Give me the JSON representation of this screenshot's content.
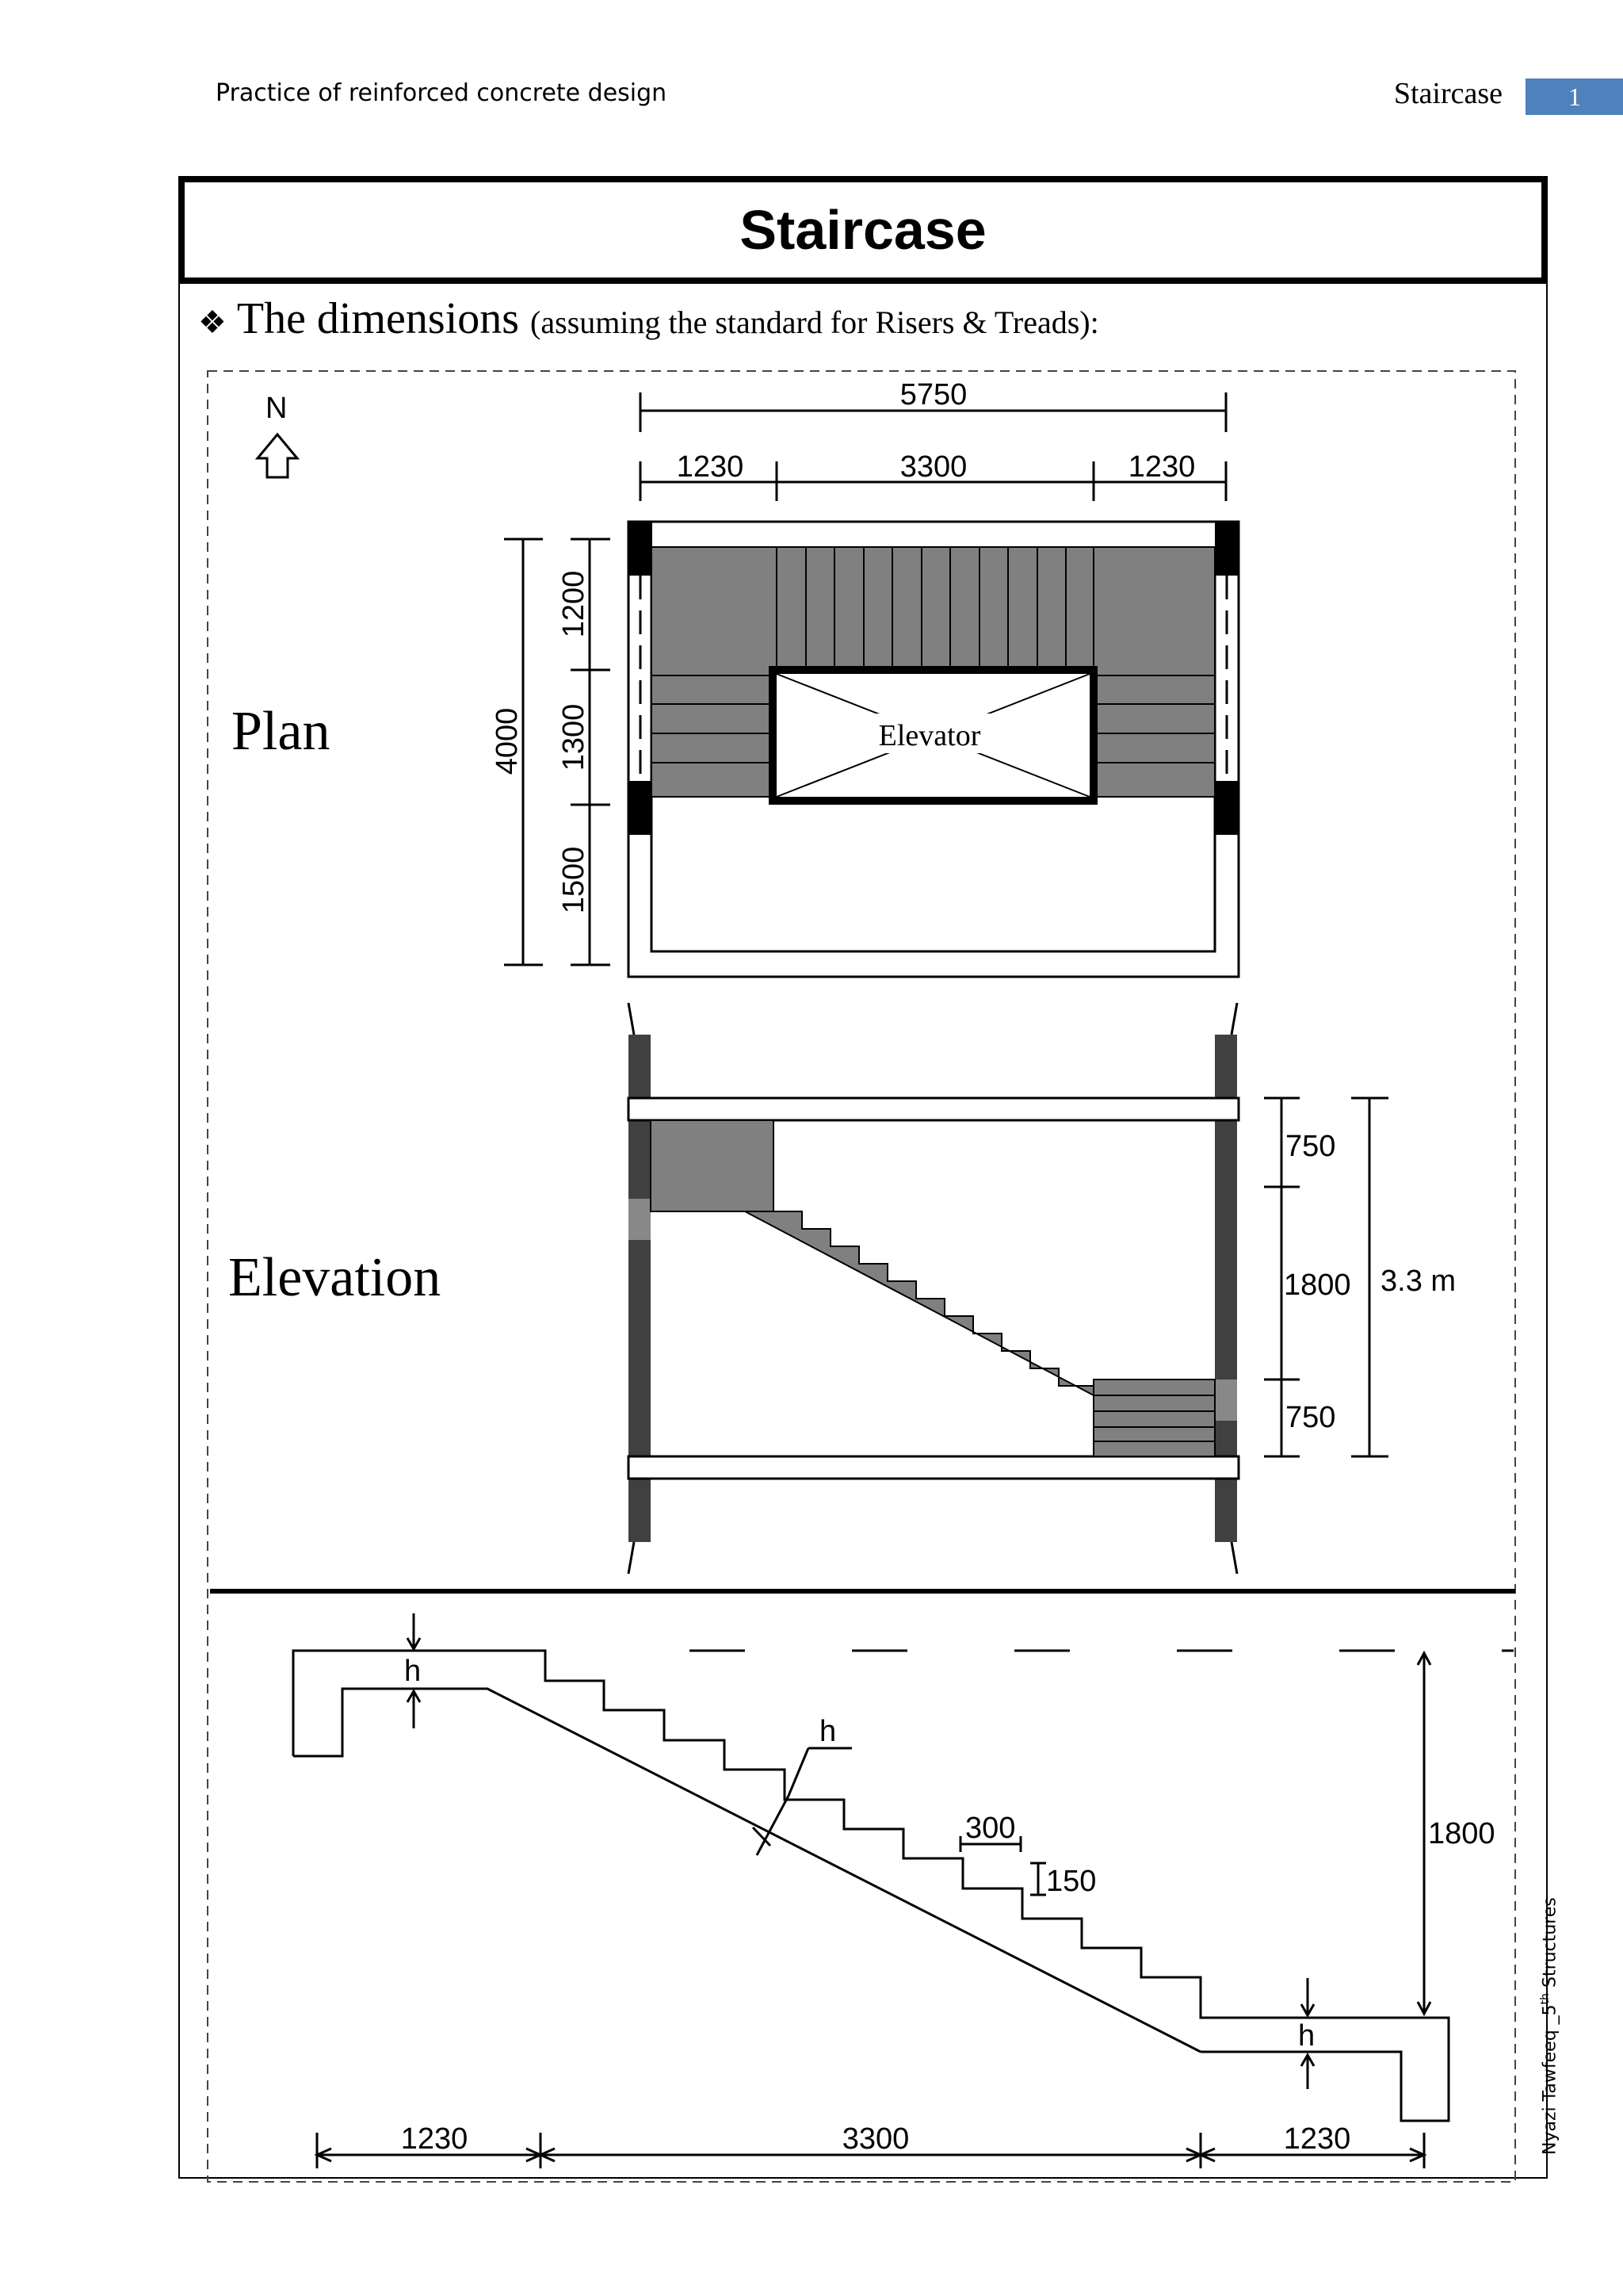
{
  "header": {
    "left_text": "Practice of reinforced concrete design",
    "right_text": "Staircase",
    "page_number": "1"
  },
  "title": "Staircase",
  "subtitle": {
    "bullet": "❖",
    "main": "The dimensions",
    "note": "(assuming the standard for Risers & Treads):"
  },
  "plan": {
    "label": "Plan",
    "north": "N",
    "total_width": "5750",
    "widths": [
      "1230",
      "3300",
      "1230"
    ],
    "total_depth": "4000",
    "depths": [
      "1200",
      "1300",
      "1500"
    ],
    "elevator": "Elevator"
  },
  "elevation": {
    "label": "Elevation",
    "heights": [
      "750",
      "1800",
      "750"
    ],
    "total_height": "3.3 m"
  },
  "section": {
    "h_label": "h",
    "tread": "300",
    "riser": "150",
    "rise": "1800",
    "spans": [
      "1230",
      "3300",
      "1230"
    ]
  },
  "footer": {
    "author": "Nyazi Tawfeeq _5",
    "sup": "th",
    "tail": " Structures"
  }
}
